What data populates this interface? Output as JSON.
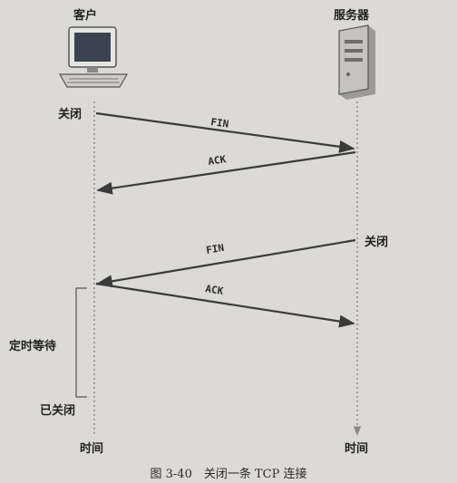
{
  "left_host": {
    "label": "客户",
    "icon": "computer-icon"
  },
  "right_host": {
    "label": "服务器",
    "icon": "server-icon"
  },
  "left_events": {
    "close": "关闭",
    "timed_wait": "定时等待",
    "closed": "已关闭"
  },
  "right_events": {
    "close": "关闭"
  },
  "messages": [
    "FIN",
    "ACK",
    "FIN",
    "ACK"
  ],
  "axis": {
    "left_time": "时间",
    "right_time": "时间"
  },
  "caption": "图 3-40　关闭一条 TCP 连接",
  "colors": {
    "background": "#dcdad4",
    "arrow": "#3a3a3a",
    "timeline": "#8d8b86"
  }
}
